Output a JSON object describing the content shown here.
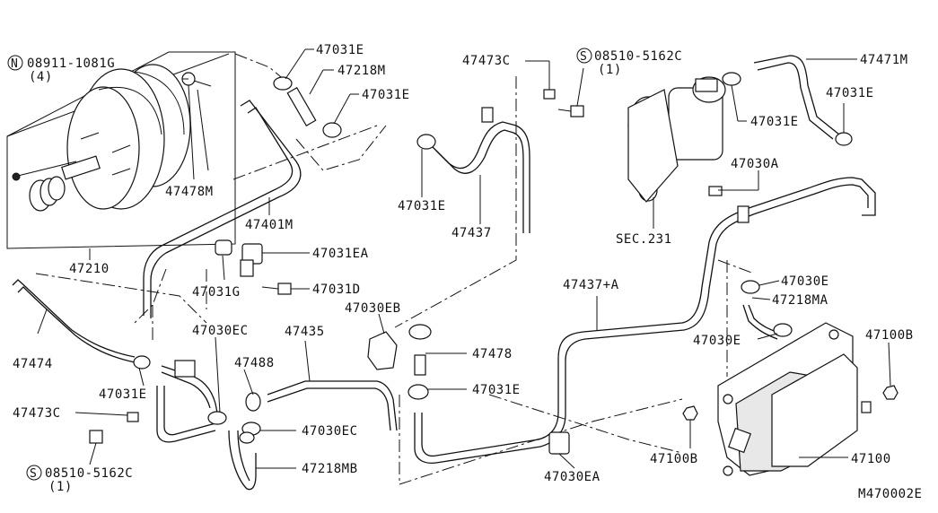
{
  "labels": {
    "n_08911": "08911-1081G",
    "n_qty4": "(4)",
    "p47031E_a": "47031E",
    "p47218M": "47218M",
    "p47031E_b": "47031E",
    "p47473C_top": "47473C",
    "s_08510_top": "08510-5162C",
    "s_qty1_top": "(1)",
    "p47471M": "47471M",
    "p47031E_c": "47031E",
    "p47031E_d": "47031E",
    "p47478M": "47478M",
    "p47031E_e": "47031E",
    "p47437": "47437",
    "sec231": "SEC.231",
    "p47030A": "47030A",
    "p47401M": "47401M",
    "p47031EA": "47031EA",
    "p47210": "47210",
    "p47031G": "47031G",
    "p47031D": "47031D",
    "p47437A": "47437+A",
    "p47030E_a": "47030E",
    "p47218MA": "47218MA",
    "p47030EB": "47030EB",
    "p47474": "47474",
    "p47030EC_a": "47030EC",
    "p47435": "47435",
    "p47030E_b": "47030E",
    "p47100B_a": "47100B",
    "p47488": "47488",
    "p47478": "47478",
    "p47031E_f": "47031E",
    "p47031E_g": "47031E",
    "p47473C_left": "47473C",
    "p47030EC_b": "47030EC",
    "p47218MB": "47218MB",
    "s_08510_bot": "08510-5162C",
    "s_qty1_bot": "(1)",
    "p47030EA": "47030EA",
    "p47100B_b": "47100B",
    "p47100": "47100",
    "diagram_code": "M470002E"
  },
  "symbols": {
    "n_mark": "N",
    "s_mark": "S"
  }
}
